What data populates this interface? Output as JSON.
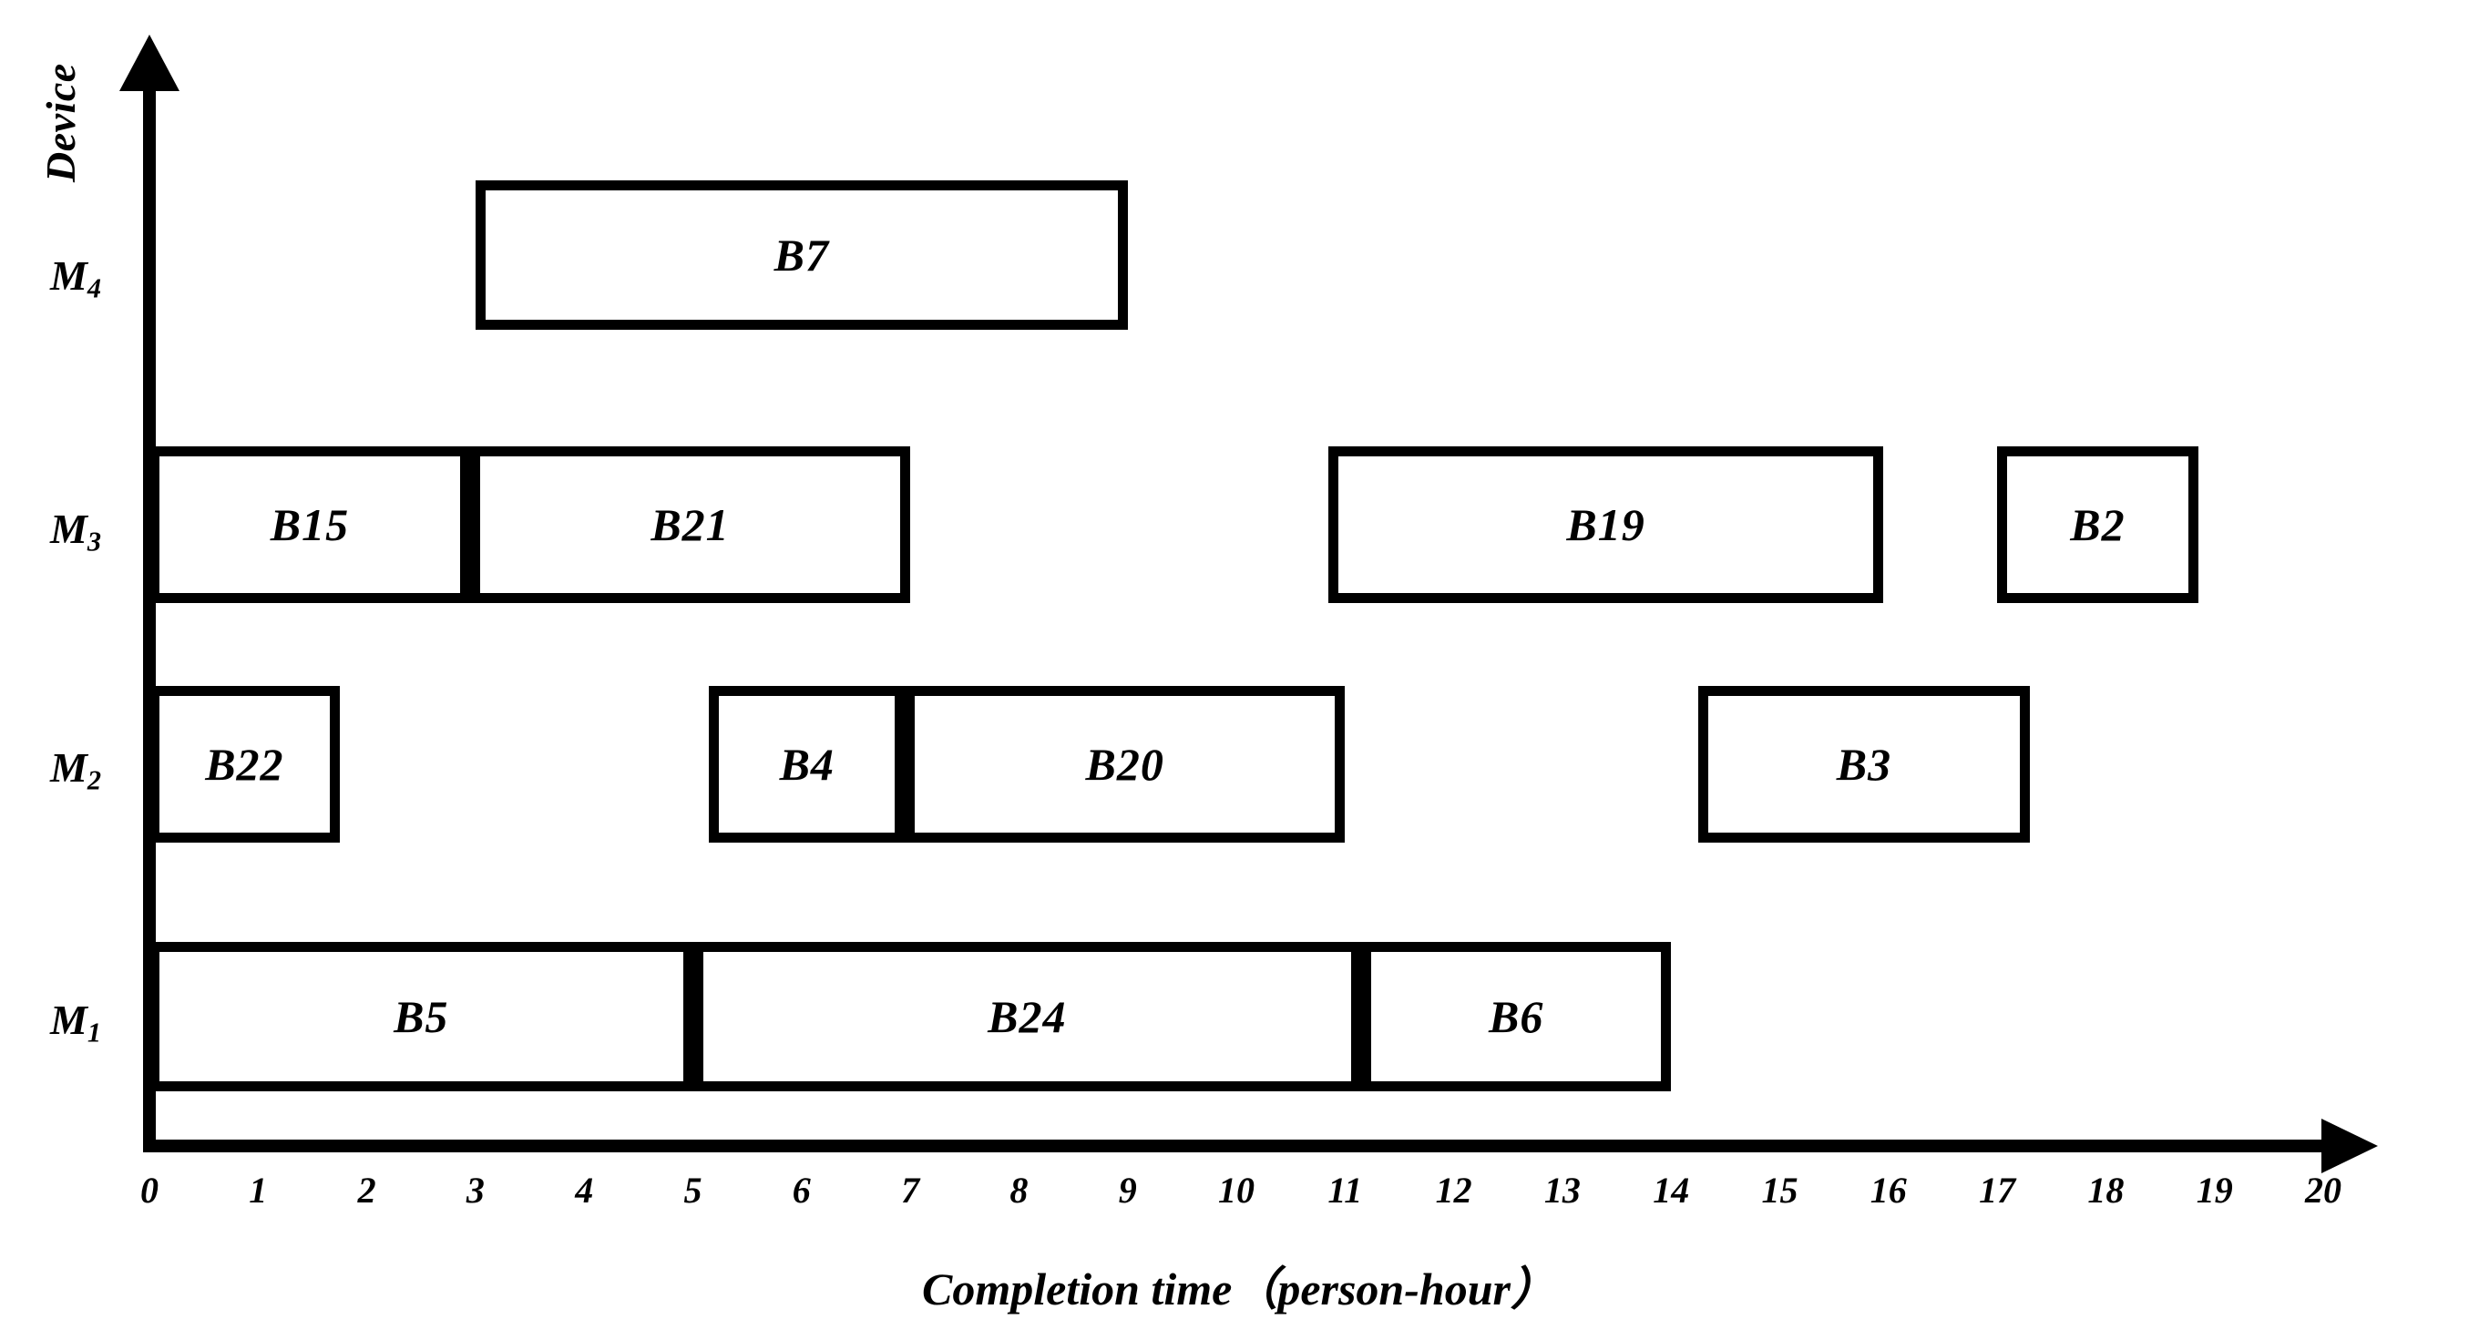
{
  "chart_data": {
    "type": "bar",
    "chart_kind": "gantt",
    "title": "",
    "xlabel": "Completion time（person-hour）",
    "ylabel": "Device",
    "xlim": [
      0,
      20
    ],
    "xticks": [
      "0",
      "1",
      "2",
      "3",
      "4",
      "5",
      "6",
      "7",
      "8",
      "9",
      "10",
      "11",
      "12",
      "13",
      "14",
      "15",
      "16",
      "17",
      "18",
      "19",
      "20"
    ],
    "grid": false,
    "legend": "none",
    "categories": [
      "M1",
      "M2",
      "M3",
      "M4"
    ],
    "ytick_labels": [
      {
        "base": "M",
        "sub": "4"
      },
      {
        "base": "M",
        "sub": "3"
      },
      {
        "base": "M",
        "sub": "2"
      },
      {
        "base": "M",
        "sub": "1"
      }
    ],
    "series": [
      {
        "name": "M4",
        "tasks": [
          {
            "label": "B7",
            "start": 3.0,
            "end": 9.0
          }
        ]
      },
      {
        "name": "M3",
        "tasks": [
          {
            "label": "B15",
            "start": 0.0,
            "end": 2.95
          },
          {
            "label": "B21",
            "start": 2.95,
            "end": 7.0
          },
          {
            "label": "B19",
            "start": 10.85,
            "end": 15.95
          },
          {
            "label": "B2",
            "start": 17.0,
            "end": 18.85
          }
        ]
      },
      {
        "name": "M2",
        "tasks": [
          {
            "label": "B22",
            "start": 0.0,
            "end": 1.75
          },
          {
            "label": "B4",
            "start": 5.15,
            "end": 6.95
          },
          {
            "label": "B20",
            "start": 6.95,
            "end": 11.0
          },
          {
            "label": "B3",
            "start": 14.25,
            "end": 17.3
          }
        ]
      },
      {
        "name": "M1",
        "tasks": [
          {
            "label": "B5",
            "start": 0.0,
            "end": 5.0
          },
          {
            "label": "B24",
            "start": 5.0,
            "end": 11.15
          },
          {
            "label": "B6",
            "start": 11.15,
            "end": 14.0
          }
        ]
      }
    ],
    "colors": {
      "bar_fill": "#ffffff",
      "bar_stroke": "#000000",
      "axis": "#000000",
      "text": "#000000",
      "background": "#ffffff"
    }
  }
}
